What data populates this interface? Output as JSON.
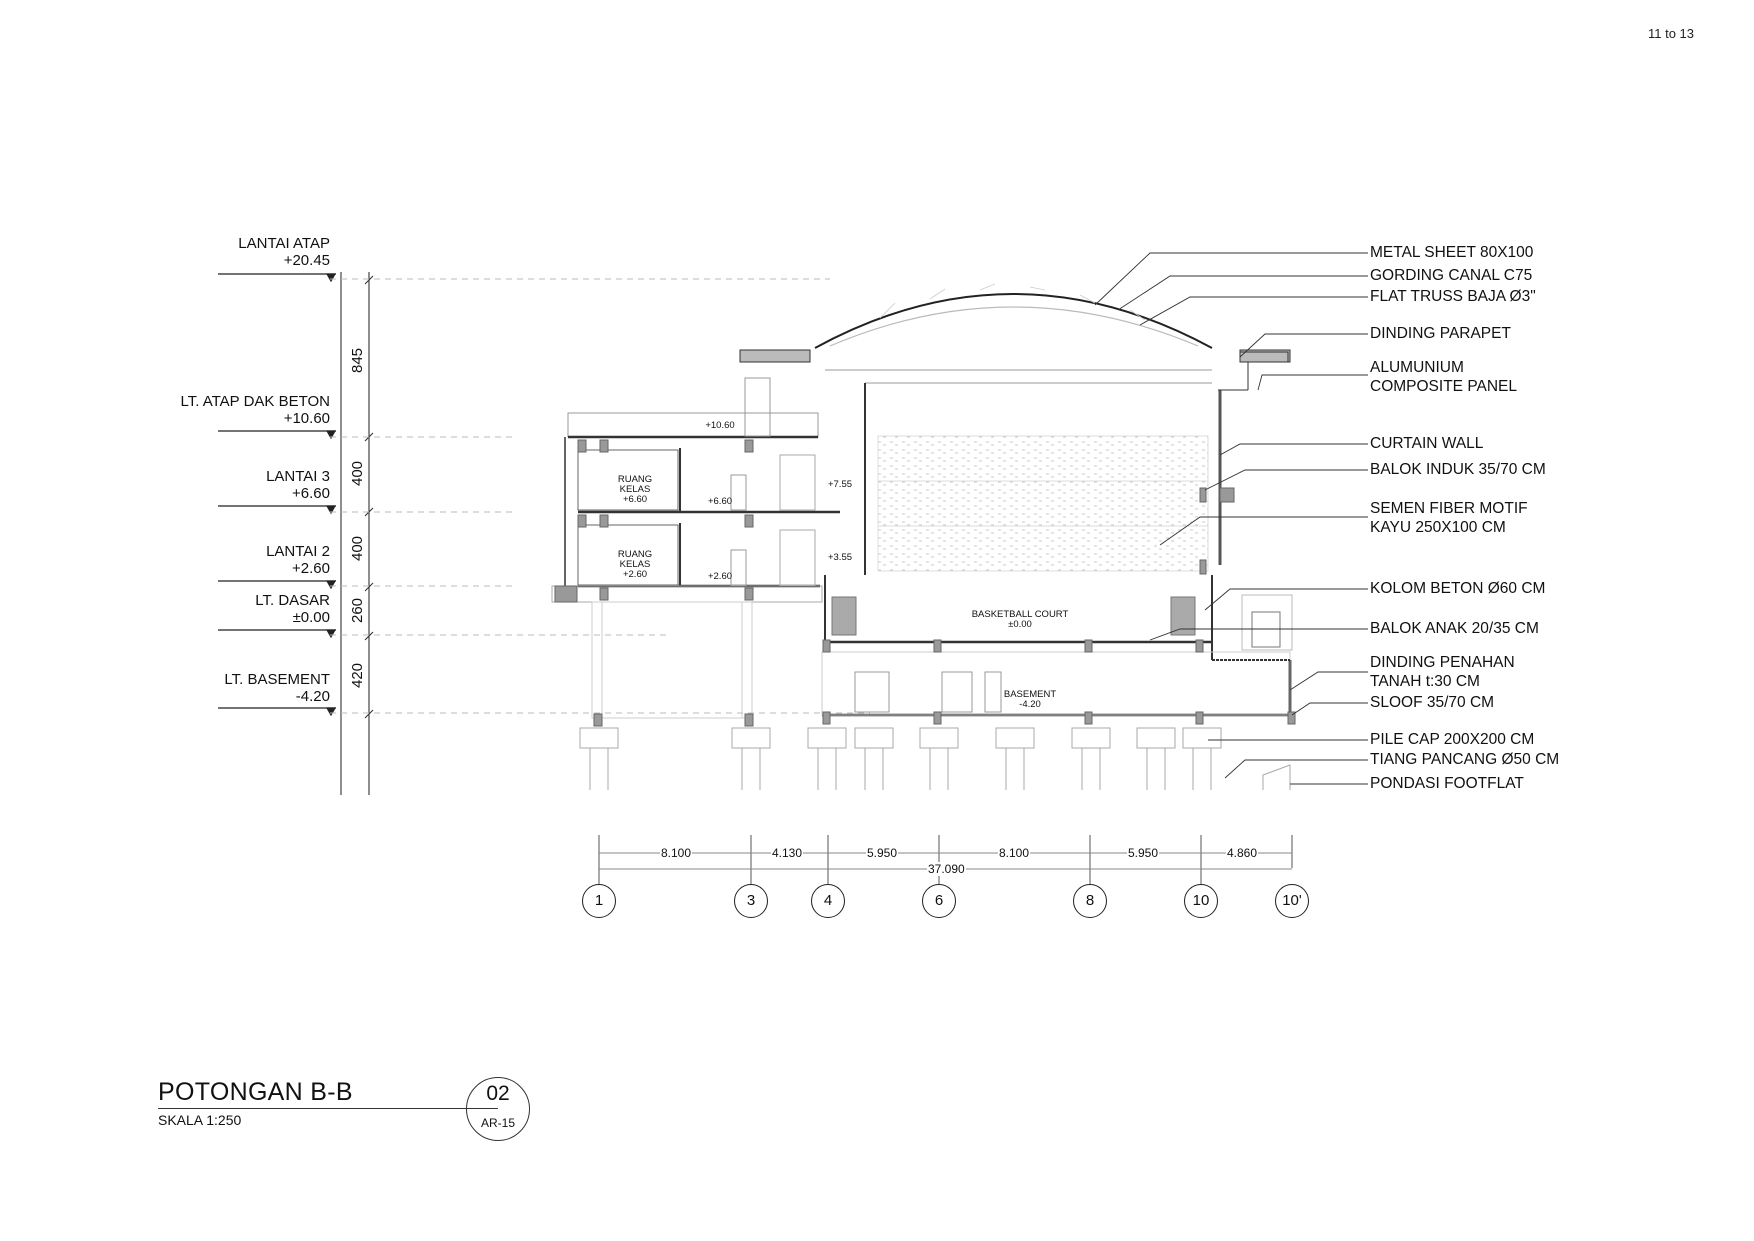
{
  "page": {
    "number_label": "11 to 13"
  },
  "drawing": {
    "title": "POTONGAN B-B",
    "scale": "SKALA 1:250",
    "sheet_number": "02",
    "sheet_ref": "AR-15"
  },
  "levels": [
    {
      "name": "LANTAI ATAP",
      "value": "+20.45",
      "height_to_next": "845"
    },
    {
      "name": "LT. ATAP DAK BETON",
      "value": "+10.60",
      "height_to_next": "400"
    },
    {
      "name": "LANTAI 3",
      "value": "+6.60",
      "height_to_next": "400"
    },
    {
      "name": "LANTAI 2",
      "value": "+2.60",
      "height_to_next": "260"
    },
    {
      "name": "LT. DASAR",
      "value": "±0.00",
      "height_to_next": "420"
    },
    {
      "name": "LT. BASEMENT",
      "value": "-4.20",
      "height_to_next": ""
    }
  ],
  "rooms": [
    {
      "name": "RUANG",
      "name2": "KELAS",
      "level": "+6.60"
    },
    {
      "name": "RUANG",
      "name2": "KELAS",
      "level": "+2.60"
    },
    {
      "name": "BASKETBALL COURT",
      "level": "±0.00"
    },
    {
      "name": "BASEMENT",
      "level": "-4.20"
    }
  ],
  "spot_levels": [
    "+10.60",
    "+6.60",
    "+2.60",
    "+7.55",
    "+3.55"
  ],
  "callouts": [
    {
      "line1": "METAL SHEET 80X100",
      "line2": ""
    },
    {
      "line1": "GORDING CANAL C75",
      "line2": ""
    },
    {
      "line1": "FLAT TRUSS BAJA Ø3\"",
      "line2": ""
    },
    {
      "line1": "DINDING PARAPET",
      "line2": ""
    },
    {
      "line1": "ALUMUNIUM",
      "line2": "COMPOSITE PANEL"
    },
    {
      "line1": "CURTAIN WALL",
      "line2": ""
    },
    {
      "line1": "BALOK INDUK 35/70 CM",
      "line2": ""
    },
    {
      "line1": "SEMEN FIBER MOTIF",
      "line2": "KAYU 250X100 CM"
    },
    {
      "line1": "KOLOM BETON Ø60 CM",
      "line2": ""
    },
    {
      "line1": "BALOK ANAK 20/35 CM",
      "line2": ""
    },
    {
      "line1": "DINDING PENAHAN",
      "line2": "TANAH t:30 CM"
    },
    {
      "line1": "SLOOF 35/70 CM",
      "line2": ""
    },
    {
      "line1": "PILE CAP 200X200 CM",
      "line2": ""
    },
    {
      "line1": "TIANG PANCANG Ø50 CM",
      "line2": ""
    },
    {
      "line1": "PONDASI FOOTFLAT",
      "line2": ""
    }
  ],
  "grid": {
    "axes": [
      "1",
      "3",
      "4",
      "6",
      "8",
      "10",
      "10'"
    ],
    "spans": [
      "8.100",
      "4.130",
      "5.950",
      "8.100",
      "5.950",
      "4.860"
    ],
    "total": "37.090"
  }
}
